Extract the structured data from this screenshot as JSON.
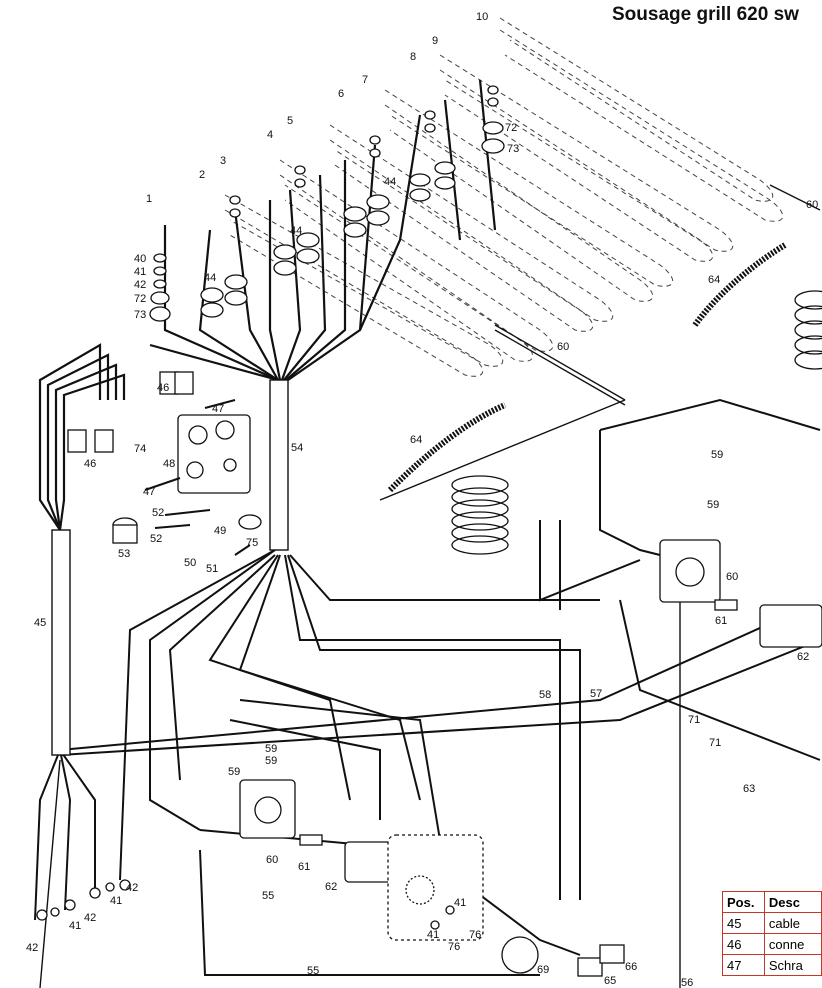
{
  "title": "Sousage grill 620 sw",
  "table": {
    "headers": [
      "Pos.",
      "Desc"
    ],
    "rows": [
      [
        "45",
        "cable"
      ],
      [
        "46",
        "conne"
      ],
      [
        "47",
        "Schra"
      ]
    ]
  },
  "labels": {
    "l10": "10",
    "l9": "9",
    "l8": "8",
    "l7": "7",
    "l6": "6",
    "l5": "5",
    "l4": "4",
    "l3": "3",
    "l2": "2",
    "l1": "1",
    "l72a": "72",
    "l73a": "73",
    "l44a": "44",
    "l44b": "44",
    "l44c": "44",
    "l40": "40",
    "l41a": "41",
    "l42a": "42",
    "l72b": "72",
    "l73b": "73",
    "l60a": "60",
    "l64a": "64",
    "l60b": "60",
    "l64b": "64",
    "l46a": "46",
    "l47a": "47",
    "l46b": "46",
    "l74": "74",
    "l48": "48",
    "l54": "54",
    "l47b": "47",
    "l52a": "52",
    "l52b": "52",
    "l49": "49",
    "l75": "75",
    "l53": "53",
    "l50": "50",
    "l51": "51",
    "l45": "45",
    "l59a": "59",
    "l59b": "59",
    "l60c": "60",
    "l61a": "61",
    "l62a": "62",
    "l58": "58",
    "l57": "57",
    "l71a": "71",
    "l71b": "71",
    "l63": "63",
    "l59c": "59",
    "l59d": "59",
    "l59e": "59",
    "l60d": "60",
    "l61b": "61",
    "l62b": "62",
    "l55a": "55",
    "l42b": "42",
    "l41b": "41",
    "l42c": "42",
    "l41c": "41",
    "l42d": "42",
    "l41d": "41",
    "l41e": "41",
    "l76a": "76",
    "l76b": "76",
    "l69": "69",
    "l66": "66",
    "l65": "65",
    "l55b": "55",
    "l56": "56"
  }
}
